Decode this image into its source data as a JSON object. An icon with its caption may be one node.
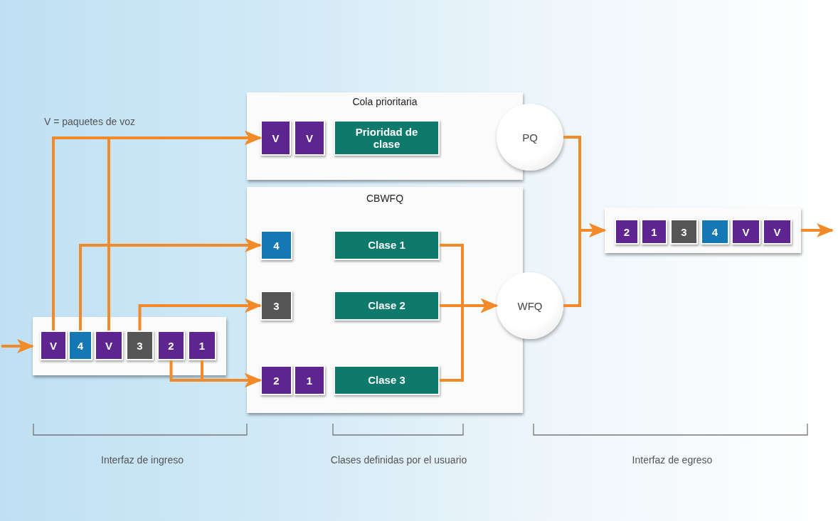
{
  "diagram": {
    "nodes": [
      {
        "text": [],
        "shape": "box"
      },
      {
        "text": [
          "V"
        ],
        "in": 0
      },
      {
        "text": [
          "4"
        ],
        "in": 0
      },
      {
        "text": [
          "V"
        ],
        "in": 0
      },
      {
        "text": [
          "3"
        ],
        "in": 0
      },
      {
        "text": [
          "2"
        ],
        "in": 0
      },
      {
        "text": [
          "1"
        ],
        "in": 0
      },
      {
        "text": [
          "Cola prioritaria"
        ]
      },
      {
        "text": [
          "V"
        ],
        "in": 7
      },
      {
        "text": [
          "V"
        ],
        "in": 7
      },
      {
        "text": [
          "Prioridad de clase"
        ],
        "in": 7
      },
      {
        "text": [
          "CBWFQ"
        ]
      },
      {
        "text": [
          "4"
        ],
        "in": 11
      },
      {
        "text": [
          "Clase 1"
        ],
        "in": 11
      },
      {
        "text": [
          "3"
        ],
        "in": 11
      },
      {
        "text": [
          "Clase 2"
        ],
        "in": 11
      },
      {
        "text": [
          "2"
        ],
        "in": 11
      },
      {
        "text": [
          "1"
        ],
        "in": 11
      },
      {
        "text": [
          "Clase 3"
        ],
        "in": 11
      },
      {
        "text": [
          "PQ"
        ]
      },
      {
        "text": [
          "WFQ"
        ]
      },
      {
        "text": [],
        "shape": "box"
      },
      {
        "text": [
          "2"
        ],
        "in": 21
      },
      {
        "text": [
          "1"
        ],
        "in": 21
      },
      {
        "text": [
          "3"
        ],
        "in": 21
      },
      {
        "text": [
          "4"
        ],
        "in": 21
      },
      {
        "text": [
          "V"
        ],
        "in": 21
      },
      {
        "text": [
          "V"
        ],
        "in": 21
      }
    ],
    "edges": [
      {
        "from": null,
        "to": 0,
        "arrow": "to"
      },
      {
        "from": 1,
        "to": 8,
        "arrow": "to"
      },
      {
        "from": 3,
        "to": 8,
        "arrow": "to"
      },
      {
        "from": 2,
        "to": 12,
        "arrow": "to"
      },
      {
        "from": 4,
        "to": 14,
        "arrow": "to"
      },
      {
        "from": 5,
        "to": 16,
        "arrow": "to"
      },
      {
        "from": 6,
        "to": 16,
        "arrow": "to"
      },
      {
        "from": 13,
        "to": 20,
        "arrow": "to"
      },
      {
        "from": 15,
        "to": 20,
        "arrow": "to"
      },
      {
        "from": 18,
        "to": 20,
        "arrow": "to"
      },
      {
        "from": 19,
        "to": 21,
        "arrow": "to"
      },
      {
        "from": 20,
        "to": 21,
        "arrow": "to"
      },
      {
        "from": 21,
        "to": null,
        "arrow": "to"
      }
    ],
    "labels": [
      "V = paquetes de voz",
      "Interfaz de ingreso",
      "Clases definidas por el usuario",
      "Interfaz de egreso"
    ]
  }
}
